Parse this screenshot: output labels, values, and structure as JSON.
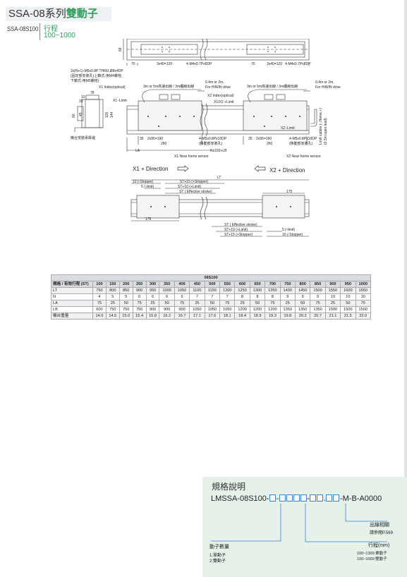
{
  "header": {
    "title_prefix": "SSA-08系列",
    "title_highlight": "雙動子",
    "model": "SSA-08S100",
    "stroke_label": "行程",
    "stroke_range": "100~1000"
  },
  "drawing": {
    "top_dims": [
      "70",
      "3x40=120",
      "4-M4x0.7Px8DP",
      "70",
      "3x40=120",
      "4-M4x0.7Px8DP",
      "68"
    ],
    "left_notes": [
      "2x(N+1)-M5x0.8P THRU,Ø8x4DP",
      "(固定部安裝孔)上鎖式-用M4螺栓,",
      "下鎖式-用M5螺栓)"
    ],
    "x1_index": "X1 Index(optical)",
    "x1_limit": "X1 -Limit",
    "cable_note_1": "3m or 5m高速出線 / 3m纜線出線",
    "cable_note_2": "3m or 5m高速出線 / 3m纜線出線",
    "hiwin_1": [
      "0.4m or 2m,",
      "For HIWIN drive"
    ],
    "hiwin_2": [
      "0.4m or 2m,",
      "For HIWIN drive"
    ],
    "x2_index": "X2 Index(optical)",
    "x1x2_limit": "X1/X2 +Limit",
    "x2_limit": "X2 -Limit",
    "vertical_note": [
      "Limit cables (-,Home,+)",
      "(0.3m open lead)"
    ],
    "side_dims": [
      "78",
      "10",
      "33",
      "60",
      "45",
      "126",
      "144"
    ],
    "side_note": "機台安裝承靠邊",
    "mid_dims": [
      "35",
      "2x95=190",
      "260",
      "35",
      "2x95=190",
      "260"
    ],
    "tap_note_1": [
      "4-M5x0.8Px10DP",
      "(移動部安裝孔)"
    ],
    "tap_note_2": [
      "4-M5x0.8Px10DP",
      "(移動部安裝孔)"
    ],
    "la": "LA",
    "nx150": "Nx150+LB",
    "x1_near": "X1 Near home sensor",
    "x2_near": "X2 Near home sensor",
    "x1_dir": "X1 + Direction",
    "x2_dir": "X2 + Direction",
    "lt": "LT",
    "upper_strokes": [
      "10 (-Stopper)",
      "5 (-limit)",
      "ST+15 (+Stopper)",
      "ST+10 (+Limit)",
      "ST ( Effective stroke)"
    ],
    "dim_175_right": "175",
    "dim_175_left": "175",
    "lower_strokes": [
      "ST ( Effective stroke)",
      "ST+10 (+Limit)",
      "ST+15 (+Stopper)",
      "5 (-limit)",
      "10 (-Stopper)"
    ]
  },
  "table": {
    "caption": "08S100",
    "rows": [
      {
        "label": "規格 / 有效行程 (ST)",
        "values": [
          "100",
          "150",
          "200",
          "250",
          "300",
          "350",
          "400",
          "450",
          "500",
          "550",
          "600",
          "650",
          "700",
          "750",
          "800",
          "850",
          "900",
          "950",
          "1000"
        ]
      },
      {
        "label": "LT",
        "values": [
          "750",
          "800",
          "850",
          "900",
          "950",
          "1000",
          "1050",
          "1100",
          "1150",
          "1200",
          "1250",
          "1300",
          "1350",
          "1400",
          "1450",
          "1500",
          "1550",
          "1600",
          "1650"
        ]
      },
      {
        "label": "N",
        "values": [
          "4",
          "5",
          "5",
          "6",
          "6",
          "6",
          "6",
          "7",
          "7",
          "7",
          "8",
          "8",
          "8",
          "9",
          "9",
          "9",
          "10",
          "10",
          "10"
        ]
      },
      {
        "label": "LA",
        "values": [
          "75",
          "25",
          "50",
          "75",
          "25",
          "50",
          "75",
          "25",
          "50",
          "75",
          "25",
          "50",
          "75",
          "25",
          "50",
          "75",
          "25",
          "50",
          "75"
        ]
      },
      {
        "label": "LB",
        "values": [
          "600",
          "750",
          "750",
          "750",
          "900",
          "900",
          "900",
          "1050",
          "1050",
          "1050",
          "1200",
          "1200",
          "1200",
          "1350",
          "1350",
          "1350",
          "1500",
          "1500",
          "1500"
        ]
      },
      {
        "label": "機台重量",
        "values": [
          "14.0",
          "14.5",
          "15.0",
          "15.4",
          "15.8",
          "16.2",
          "16.7",
          "17.1",
          "17.6",
          "18.1",
          "18.4",
          "18.9",
          "19.3",
          "19.8",
          "20.2",
          "20.7",
          "21.1",
          "21.5",
          "22.0"
        ]
      }
    ]
  },
  "spec": {
    "heading": "規格說明",
    "code_prefix": "LMSSA-08S100-",
    "code_suffix": "-M-B-A0000",
    "cable_title": "出線相關",
    "cable_ref": "請參閱P.569",
    "stroke_title": "行程(mm)",
    "stroke_single": "100~1300:單動子",
    "stroke_double": "100~1000:雙動子",
    "mover_title": "動子數量",
    "mover_single": "1:單動子",
    "mover_double": "2:雙動子"
  }
}
